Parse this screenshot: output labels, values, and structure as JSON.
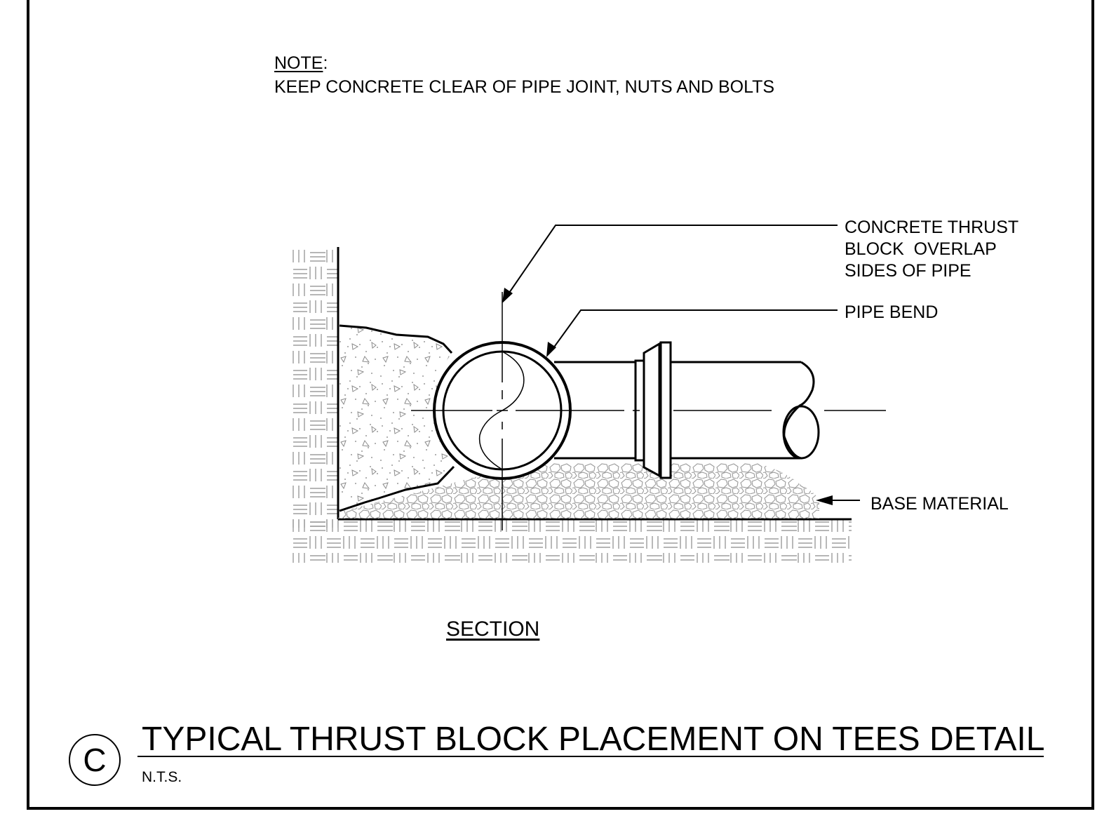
{
  "note": {
    "heading": "NOTE",
    "heading_suffix": ":",
    "text": "KEEP CONCRETE CLEAR OF PIPE JOINT, NUTS AND BOLTS"
  },
  "callouts": {
    "thrust_block": [
      "CONCRETE THRUST",
      "BLOCK  OVERLAP",
      "SIDES OF PIPE"
    ],
    "pipe_bend": "PIPE BEND",
    "base_material": "BASE MATERIAL"
  },
  "section_label": "SECTION",
  "title_block": {
    "detail_letter": "C",
    "title": "TYPICAL THRUST BLOCK PLACEMENT ON TEES DETAIL",
    "scale": "N.T.S."
  },
  "colors": {
    "line": "#000000",
    "hatch": "#8a8a8a",
    "gravel": "#9a9a9a"
  }
}
